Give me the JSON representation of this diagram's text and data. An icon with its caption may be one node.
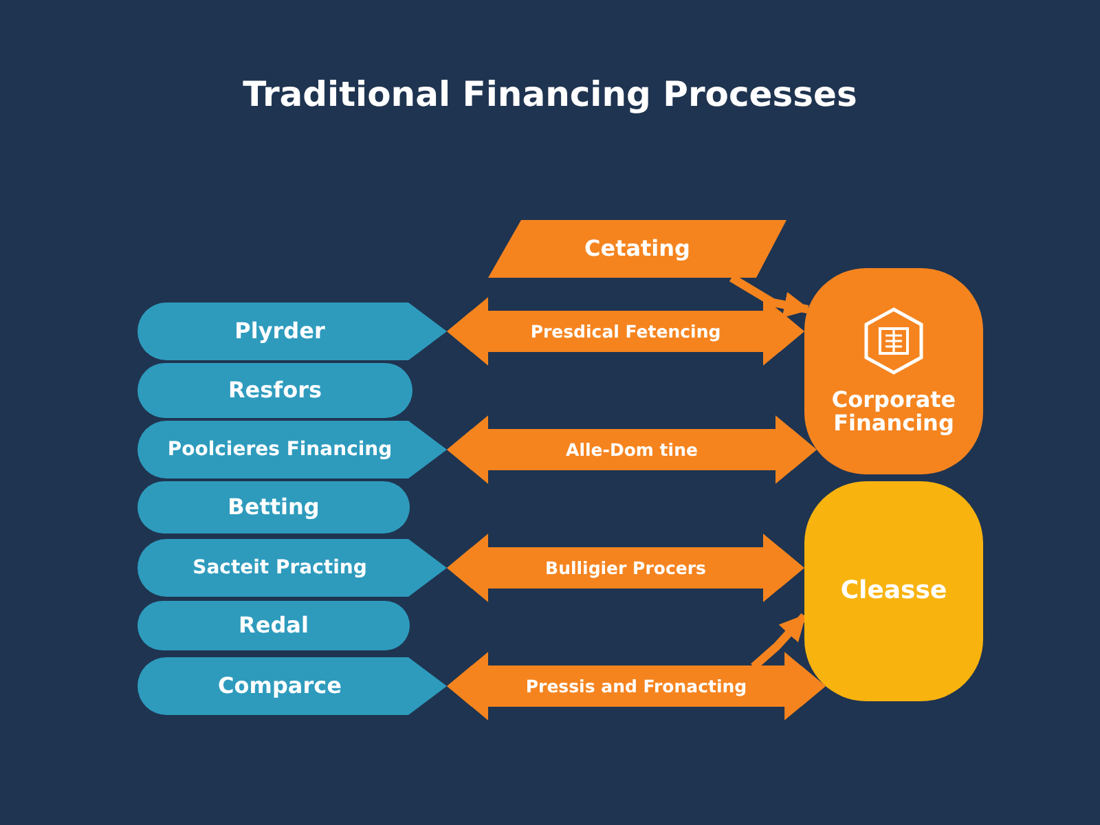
{
  "diagram": {
    "title": "Traditional Financing Processes",
    "nodes": [
      {
        "text": [
          "Plyrder"
        ]
      },
      {
        "text": [
          "Resfors"
        ]
      },
      {
        "text": [
          "Poolcieres Financing"
        ]
      },
      {
        "text": [
          "Betting"
        ]
      },
      {
        "text": [
          "Sacteit Practing"
        ]
      },
      {
        "text": [
          "Redal"
        ]
      },
      {
        "text": [
          "Comparce"
        ]
      },
      {
        "text": [
          "Cetating"
        ]
      },
      {
        "text": [
          "Corporate Financing"
        ]
      },
      {
        "text": [
          "Cleasse"
        ]
      }
    ],
    "edges": [
      {
        "from": 7,
        "to": 8,
        "arrow": "to"
      },
      {
        "from": 0,
        "to": 8,
        "arrow": "both",
        "label": "Presdical Fetencing"
      },
      {
        "from": 2,
        "to": 8,
        "arrow": "both",
        "label": "Alle-Dom tine"
      },
      {
        "from": 4,
        "to": 9,
        "arrow": "both",
        "label": "Bulligier Procers"
      },
      {
        "from": 6,
        "to": 9,
        "arrow": "both",
        "label": "Pressis and Fronacting"
      },
      {
        "from": null,
        "to": 9,
        "arrow": "to"
      }
    ]
  }
}
